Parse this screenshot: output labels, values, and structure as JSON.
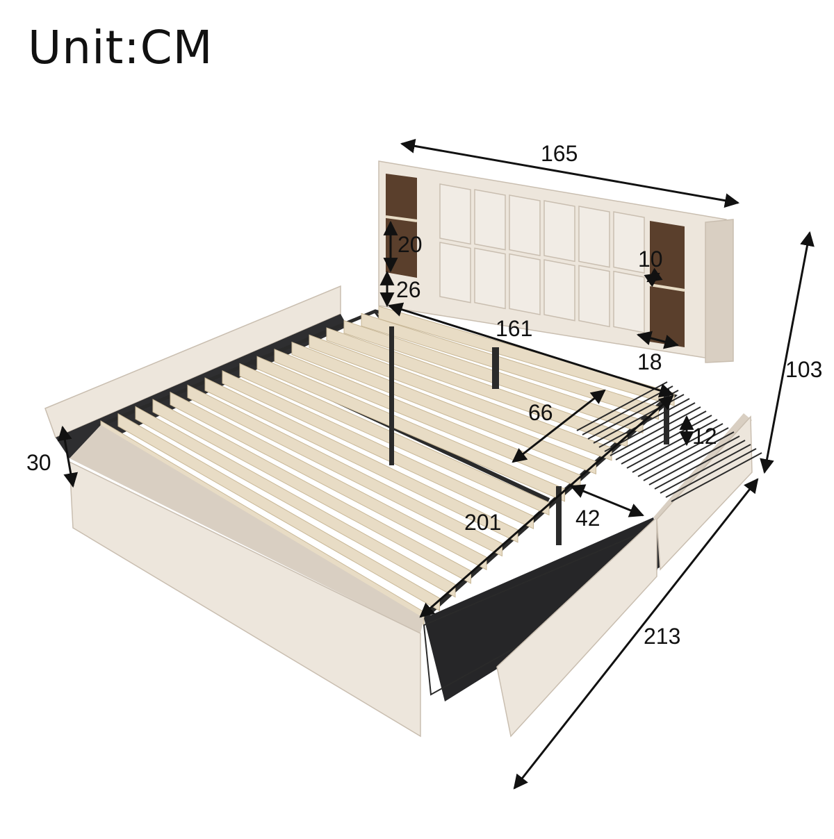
{
  "title": "Unit:CM",
  "colors": {
    "fabric": "#ede6dc",
    "fabric_shade": "#d9cfc2",
    "fabric_dark": "#c9beb0",
    "slat": "#e8dcc5",
    "slat_edge": "#c8b796",
    "metal": "#2a2a2a",
    "wood": "#5a3f2c",
    "arrow": "#111111"
  },
  "dimensions": {
    "headboard_width": "165",
    "overall_height": "103",
    "inner_width": "161",
    "shelf_height": "20",
    "shelf_gap": "26",
    "usb_port": "10",
    "shelf_depth": "18",
    "drawer_width": "66",
    "drawer_height": "12",
    "drawer_depth": "42",
    "inner_length": "201",
    "side_height": "30",
    "overall_length": "213"
  }
}
